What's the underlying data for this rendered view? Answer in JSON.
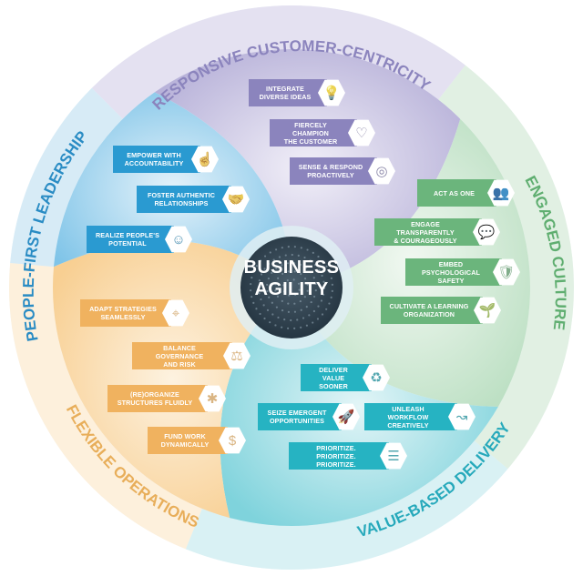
{
  "center": {
    "line1": "BUSINESS",
    "line2": "AGILITY"
  },
  "colors": {
    "purple": "#8b84bd",
    "blue": "#2a9ad1",
    "green": "#6bb57c",
    "orange": "#f0b25f",
    "teal": "#26b3c2",
    "center": "#2c3f4d"
  },
  "domains": [
    {
      "id": "purple",
      "title": "RESPONSIVE CUSTOMER-CENTRICITY",
      "items": [
        {
          "label": "INTEGRATE DIVERSE IDEAS",
          "l1": "INTEGRATE",
          "l2": "DIVERSE IDEAS",
          "icon": "lightbulb-globe-icon"
        },
        {
          "label": "FIERCELY CHAMPION THE CUSTOMER",
          "l1": "FIERCELY CHAMPION",
          "l2": "THE CUSTOMER",
          "icon": "heart-person-icon"
        },
        {
          "label": "SENSE & RESPOND PROACTIVELY",
          "l1": "SENSE & RESPOND",
          "l2": "PROACTIVELY",
          "icon": "radar-person-icon"
        }
      ]
    },
    {
      "id": "blue",
      "title": "PEOPLE-FIRST LEADERSHIP",
      "items": [
        {
          "label": "EMPOWER WITH ACCOUNTABILITY",
          "l1": "EMPOWER WITH",
          "l2": "ACCOUNTABILITY",
          "icon": "hand-person-icon"
        },
        {
          "label": "FOSTER AUTHENTIC RELATIONSHIPS",
          "l1": "FOSTER AUTHENTIC",
          "l2": "RELATIONSHIPS",
          "icon": "handshake-heart-icon"
        },
        {
          "label": "REALIZE PEOPLE'S POTENTIAL",
          "l1": "REALIZE PEOPLE'S",
          "l2": "POTENTIAL",
          "icon": "head-brain-icon"
        }
      ]
    },
    {
      "id": "green",
      "title": "ENGAGED CULTURE",
      "items": [
        {
          "label": "ACT AS ONE",
          "l1": "ACT AS ONE",
          "l2": "",
          "icon": "group-people-icon"
        },
        {
          "label": "ENGAGE TRANSPARENTLY & COURAGEOUSLY",
          "l1": "ENGAGE TRANSPARENTLY",
          "l2": "& COURAGEOUSLY",
          "icon": "speech-bubbles-icon"
        },
        {
          "label": "EMBED PSYCHOLOGICAL SAFETY",
          "l1": "EMBED PSYCHOLOGICAL",
          "l2": "SAFETY",
          "icon": "shield-heart-icon"
        },
        {
          "label": "CULTIVATE A LEARNING ORGANIZATION",
          "l1": "CULTIVATE A LEARNING",
          "l2": "ORGANIZATION",
          "icon": "sprout-icon"
        }
      ]
    },
    {
      "id": "orange",
      "title": "FLEXIBLE OPERATIONS",
      "items": [
        {
          "label": "ADAPT STRATEGIES SEAMLESSLY",
          "l1": "ADAPT STRATEGIES",
          "l2": "SEAMLESSLY",
          "icon": "route-pins-icon"
        },
        {
          "label": "BALANCE GOVERNANCE AND RISK",
          "l1": "BALANCE GOVERNANCE",
          "l2": "AND RISK",
          "icon": "scales-icon"
        },
        {
          "label": "(RE)ORGANIZE STRUCTURES FLUIDLY",
          "l1": "(RE)ORGANIZE",
          "l2": "STRUCTURES FLUIDLY",
          "icon": "network-nodes-icon"
        },
        {
          "label": "FUND WORK DYNAMICALLY",
          "l1": "FUND WORK",
          "l2": "DYNAMICALLY",
          "icon": "dollar-cycle-icon"
        }
      ]
    },
    {
      "id": "teal",
      "title": "VALUE-BASED DELIVERY",
      "items": [
        {
          "label": "DELIVER VALUE SOONER",
          "l1": "DELIVER",
          "l2": "VALUE SOONER",
          "icon": "value-cycle-icon"
        },
        {
          "label": "SEIZE EMERGENT OPPORTUNITIES",
          "l1": "SEIZE EMERGENT",
          "l2": "OPPORTUNITIES",
          "icon": "rocket-icon"
        },
        {
          "label": "UNLEASH WORKFLOW CREATIVELY",
          "l1": "UNLEASH WORKFLOW",
          "l2": "CREATIVELY",
          "icon": "workflow-arrow-icon"
        },
        {
          "label": "PRIORITIZE. PRIORITIZE. PRIORITIZE.",
          "l1": "PRIORITIZE. PRIORITIZE.",
          "l2": "PRIORITIZE.",
          "icon": "numbered-list-icon"
        }
      ]
    }
  ]
}
